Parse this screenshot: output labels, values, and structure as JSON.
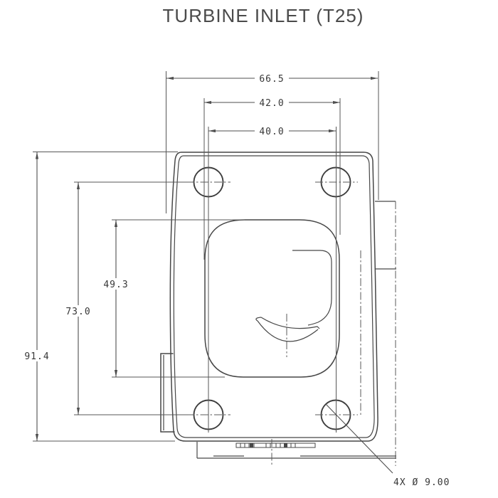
{
  "title": "TURBINE INLET (T25)",
  "dimensions": {
    "overall_width": "66.5",
    "port_width": "42.0",
    "bolt_hole_spacing_horizontal": "40.0",
    "port_height": "49.3",
    "bolt_hole_spacing_vertical": "73.0",
    "overall_height": "91.4",
    "bolt_hole_callout": "4X Ø 9.00"
  },
  "colors": {
    "background": "#ffffff",
    "part_line": "#474747",
    "dimension_line": "#4f4f4f",
    "dimension_text": "#383838",
    "title_text": "#4a4a4a"
  }
}
